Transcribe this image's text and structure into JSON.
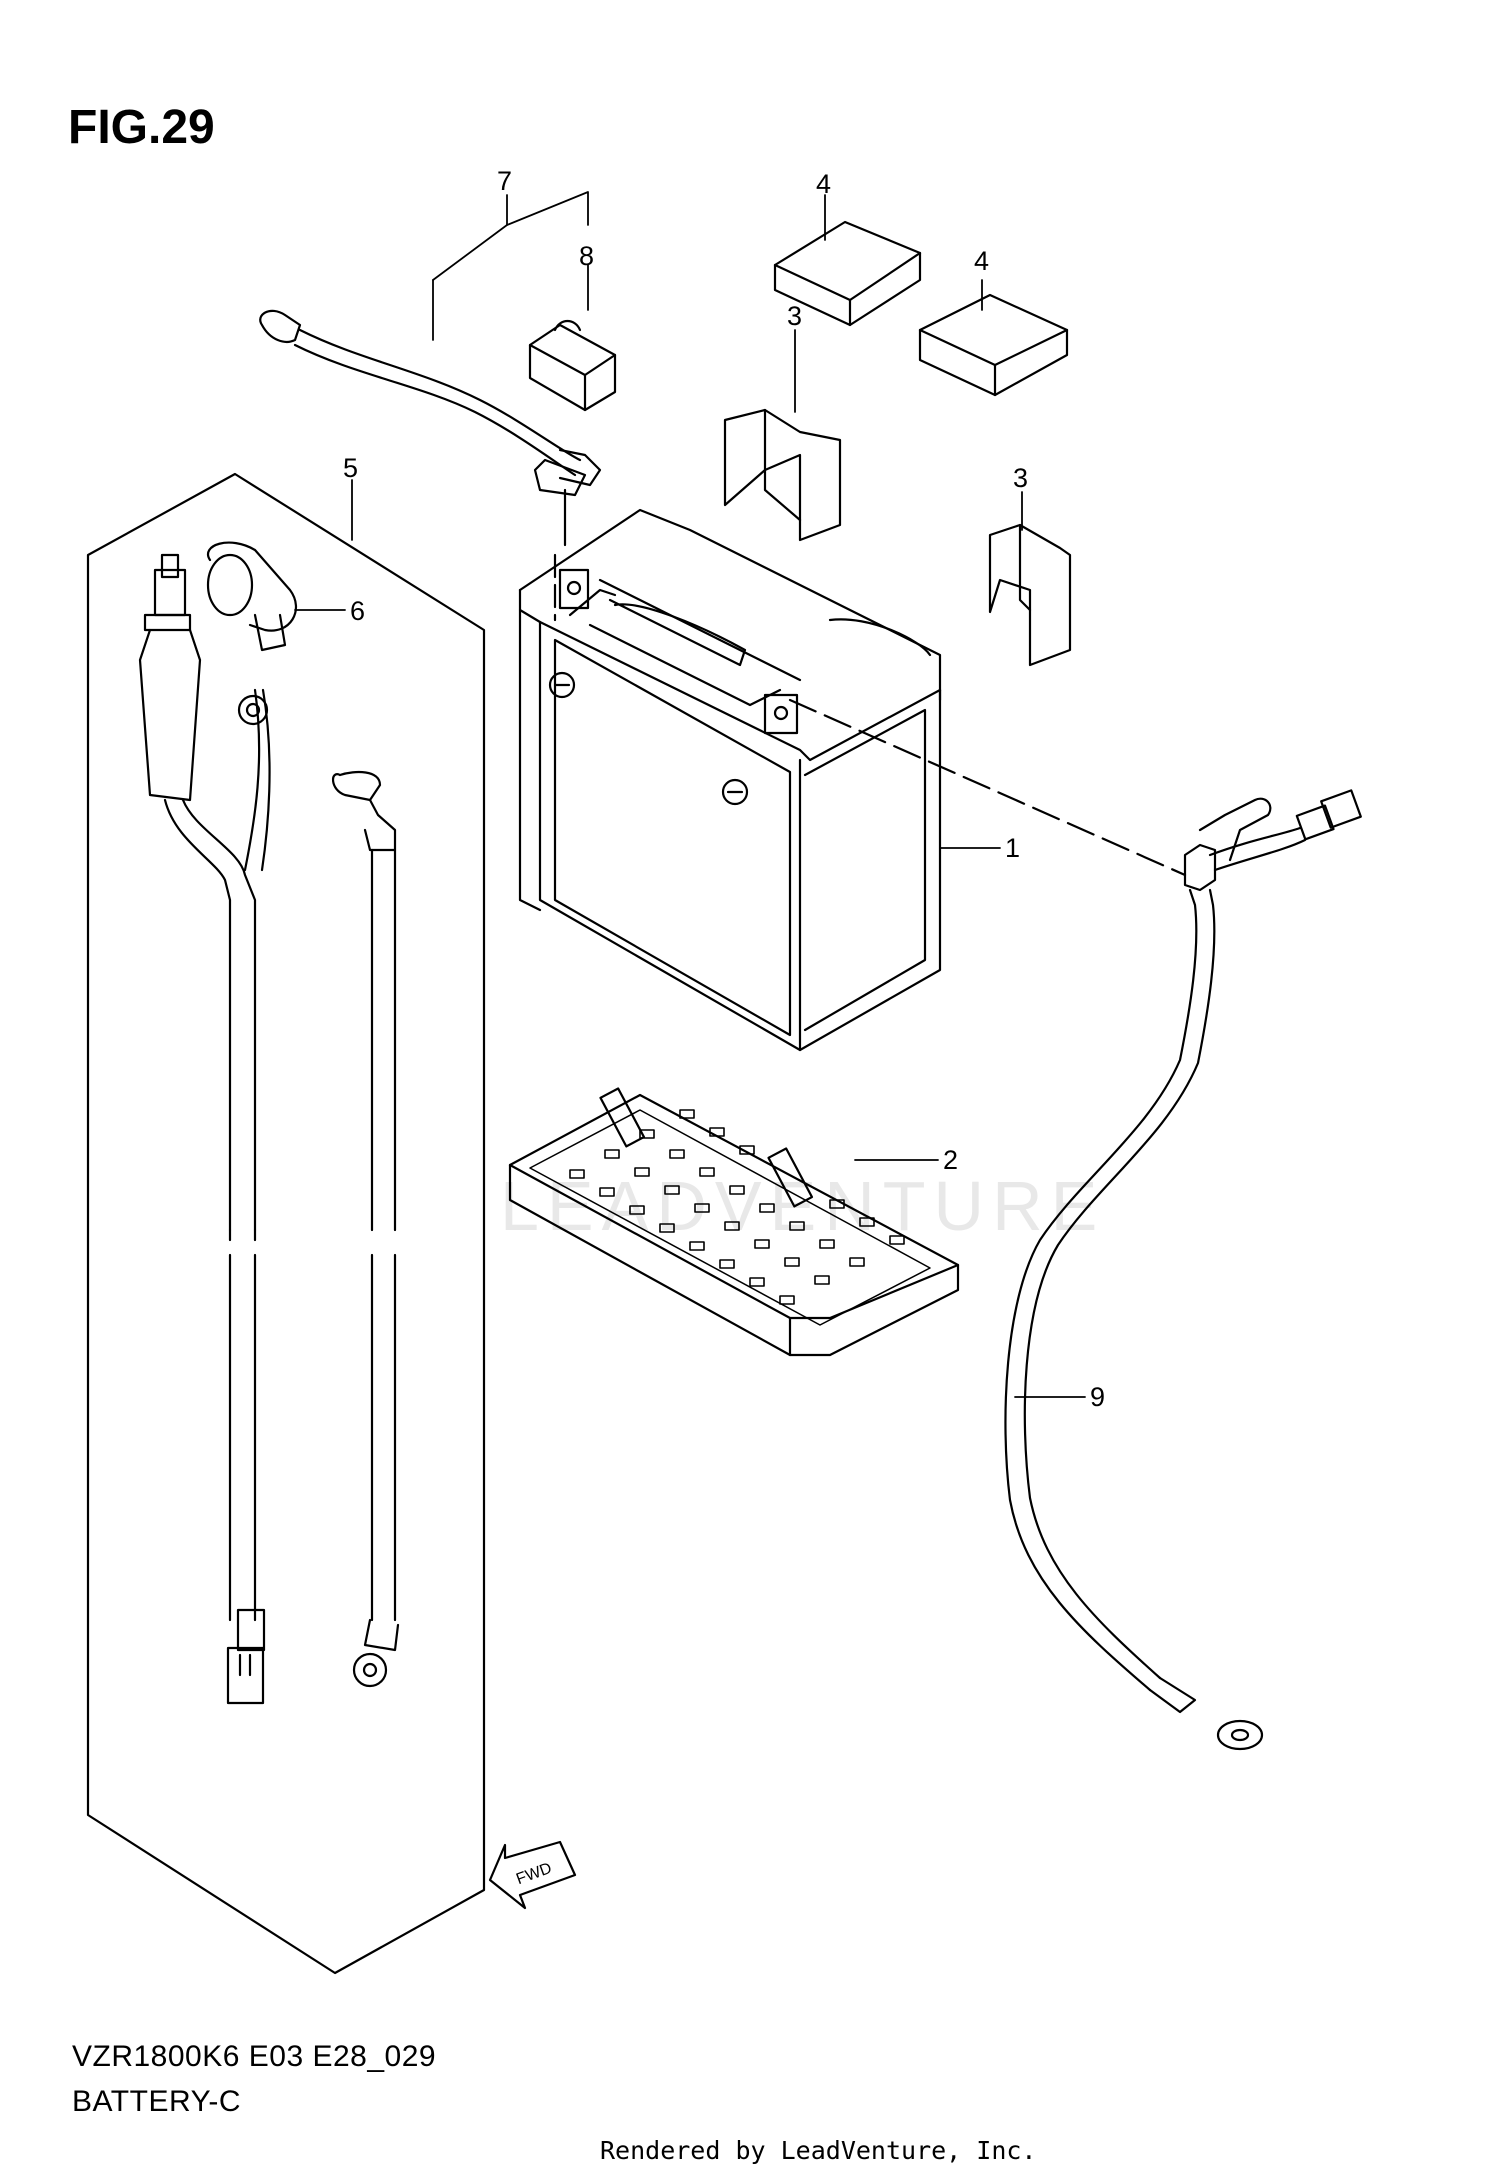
{
  "figure": {
    "title": "FIG.29",
    "model_code": "VZR1800K6 E03 E28_029",
    "section_name": "BATTERY-C",
    "credit": "Rendered by LeadVenture, Inc.",
    "watermark": "LEADVENTURE"
  },
  "callouts": [
    {
      "number": "1",
      "part": "battery"
    },
    {
      "number": "2",
      "part": "battery-tray"
    },
    {
      "number": "3",
      "part": "terminal-cover"
    },
    {
      "number": "3",
      "part": "terminal-cover"
    },
    {
      "number": "4",
      "part": "battery-pad"
    },
    {
      "number": "4",
      "part": "battery-pad"
    },
    {
      "number": "5",
      "part": "lead-wire-set"
    },
    {
      "number": "6",
      "part": "connector-cap"
    },
    {
      "number": "7",
      "part": "positive-lead"
    },
    {
      "number": "8",
      "part": "terminal-cap"
    },
    {
      "number": "9",
      "part": "negative-lead"
    }
  ],
  "fwd_arrow_label": "FWD"
}
